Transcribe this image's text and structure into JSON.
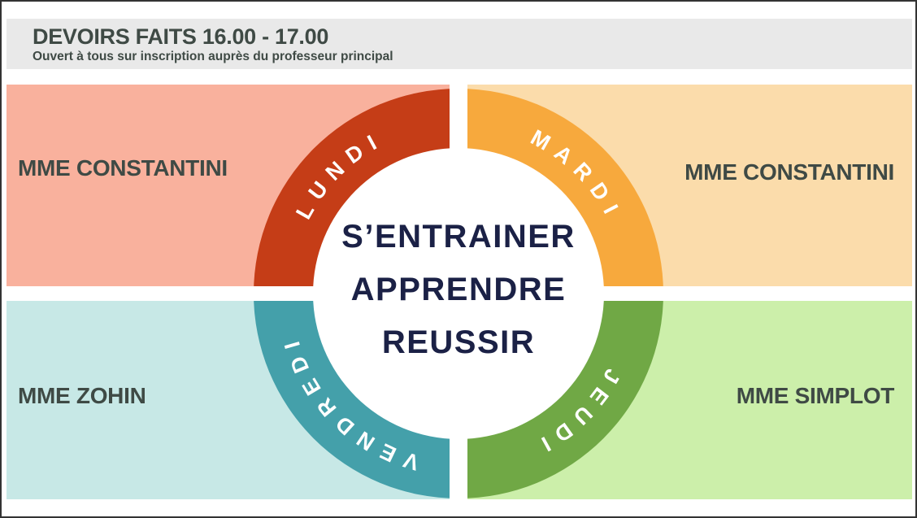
{
  "header": {
    "title": "DEVOIRS FAITS 16.00 - 17.00",
    "subtitle": "Ouvert à tous sur inscription auprès du professeur principal"
  },
  "center": {
    "lines": [
      "S’ENTRAINER",
      "APPRENDRE",
      "REUSSIR"
    ]
  },
  "quadrants": [
    {
      "day": "LUNDI",
      "teacher": "MME CONSTANTINI",
      "position": "top-left",
      "panel_color": "#f9b19d",
      "arc_color": "#c53d17"
    },
    {
      "day": "MARDI",
      "teacher": "MME CONSTANTINI",
      "position": "top-right",
      "panel_color": "#fbdcab",
      "arc_color": "#f7a93d"
    },
    {
      "day": "JEUDI",
      "teacher": "MME SIMPLOT",
      "position": "bottom-right",
      "panel_color": "#ccefaa",
      "arc_color": "#70a845"
    },
    {
      "day": "VENDREDI",
      "teacher": "MME ZOHIN",
      "position": "bottom-left",
      "panel_color": "#c7e8e6",
      "arc_color": "#44a0aa"
    }
  ],
  "colors": {
    "header_bg": "#e9e9e9",
    "text_dark": "#3f4a45",
    "motto_navy": "#1b2146",
    "day_label": "#ffffff",
    "frame_border": "#333333"
  }
}
